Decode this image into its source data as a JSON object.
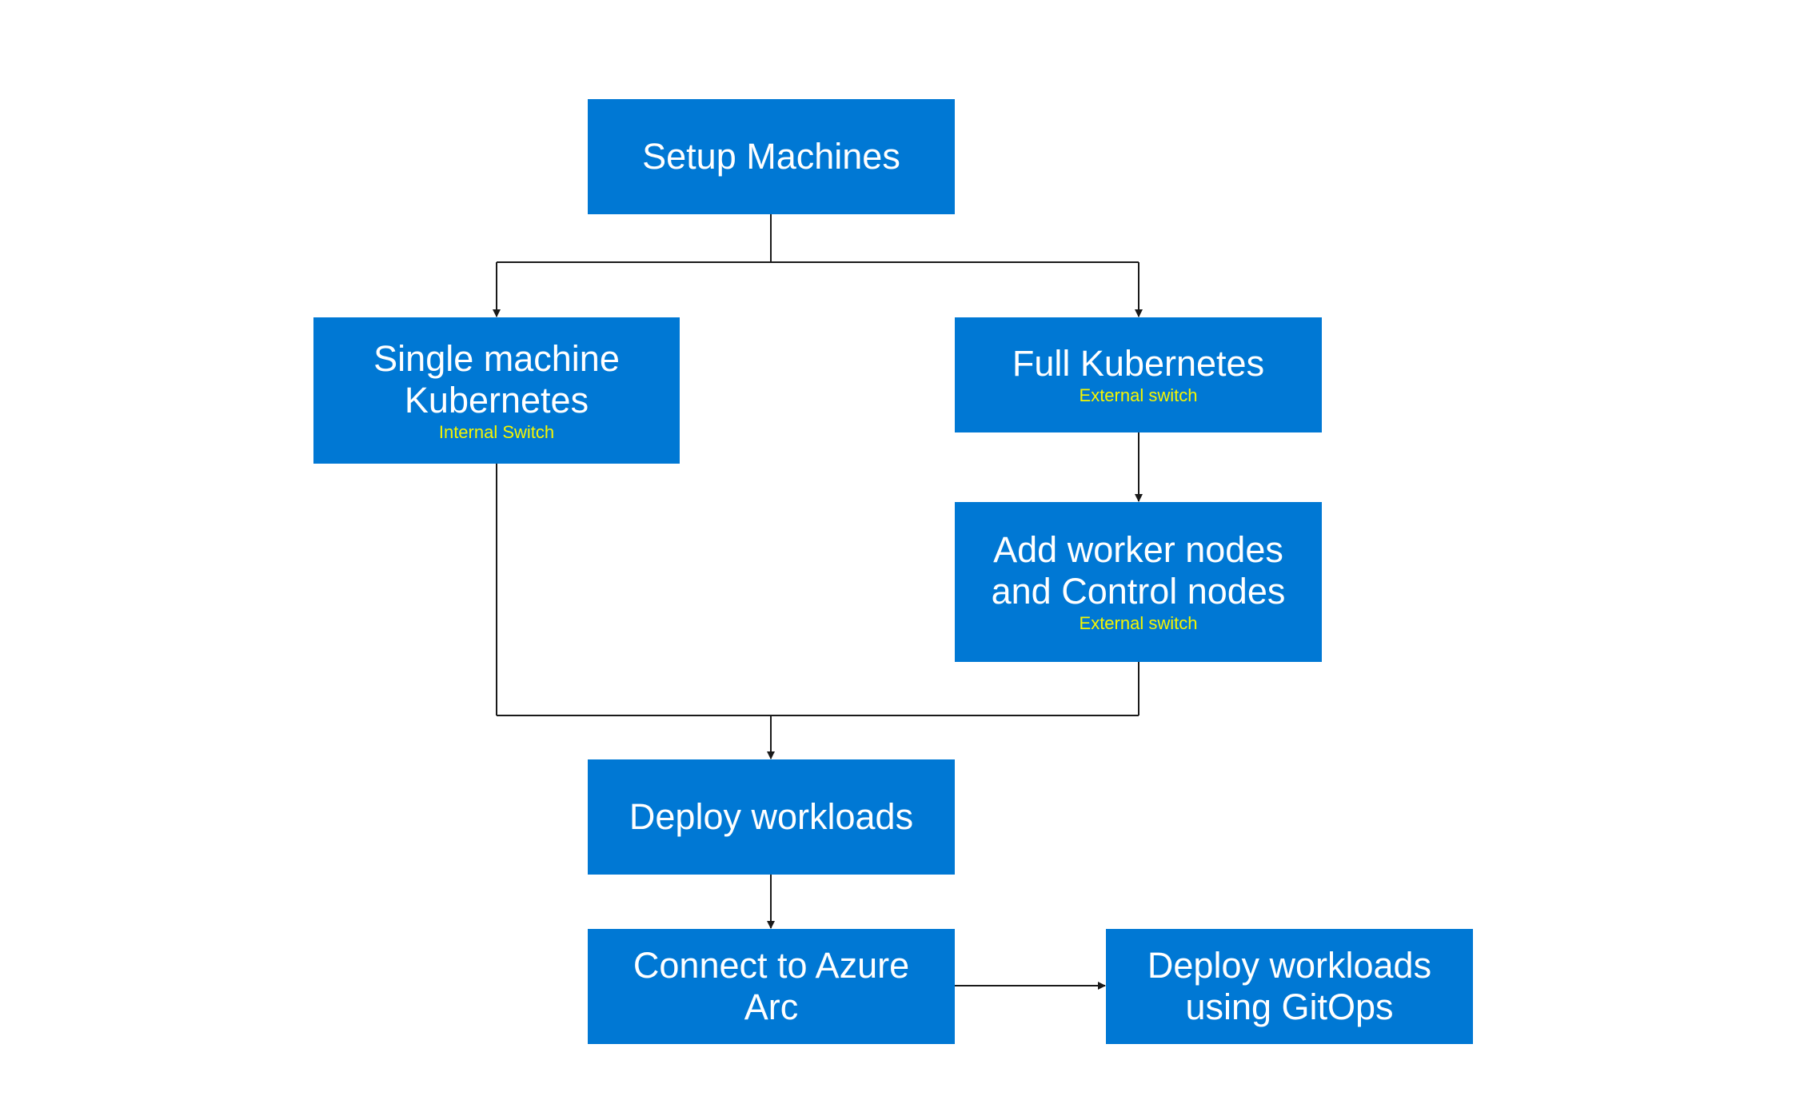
{
  "nodes": {
    "setup": {
      "title": "Setup Machines",
      "sub": ""
    },
    "single": {
      "title": "Single machine Kubernetes",
      "sub": "Internal Switch"
    },
    "full": {
      "title": "Full Kubernetes",
      "sub": "External switch"
    },
    "add": {
      "title": "Add worker nodes and Control nodes",
      "sub": "External switch"
    },
    "deploy": {
      "title": "Deploy workloads",
      "sub": ""
    },
    "arc": {
      "title": "Connect to Azure Arc",
      "sub": ""
    },
    "gitops": {
      "title": "Deploy workloads using GitOps",
      "sub": ""
    }
  },
  "colors": {
    "box": "#0078d4",
    "text": "#ffffff",
    "subtext": "#f5f500",
    "line": "#1a1a1a"
  }
}
